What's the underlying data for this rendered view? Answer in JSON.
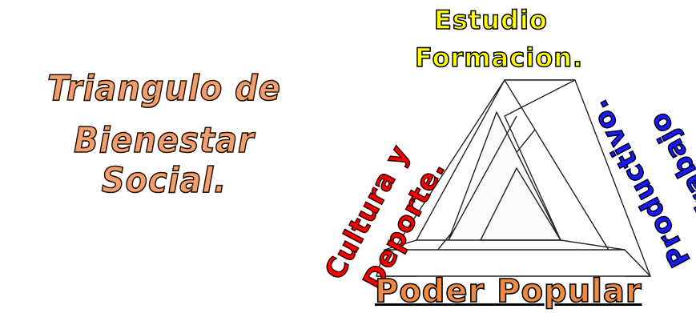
{
  "title": {
    "line1": "Triangulo de",
    "line2": "Bienestar Social."
  },
  "labels": {
    "top_line1": "Estudio",
    "top_line2": "Formacion.",
    "left_line1": "Cultura y",
    "left_line2": "Deporte.",
    "right_line1": "Trabajo",
    "right_line2": "Productivo.",
    "bottom": "Poder Popular"
  },
  "colors": {
    "title": "#f0a070",
    "top": "#ffff00",
    "left": "#ff0000",
    "right": "#1a1aff",
    "bottom": "#f08a40"
  },
  "diagram": {
    "shape": "impossible-triangle"
  }
}
